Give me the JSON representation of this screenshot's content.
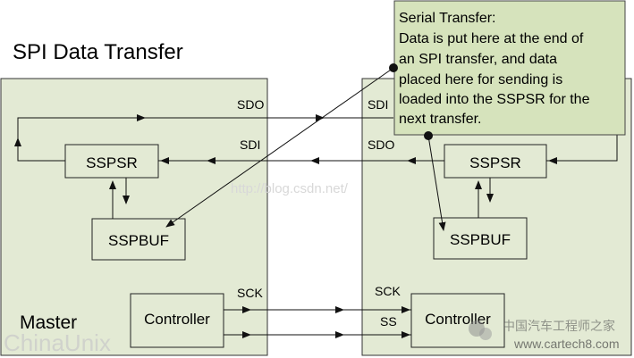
{
  "title": "SPI Data Transfer",
  "master": {
    "label": "Master",
    "sspsr": "SSPSR",
    "sspbuf": "SSPBUF",
    "controller": "Controller",
    "pin_sdo": "SDO",
    "pin_sdi": "SDI",
    "pin_sck": "SCK"
  },
  "slave": {
    "sspsr": "SSPSR",
    "sspbuf": "SSPBUF",
    "controller": "Controller",
    "pin_sdi": "SDI",
    "pin_sdo": "SDO",
    "pin_sck": "SCK",
    "pin_ss": "SS"
  },
  "callout": {
    "lines": [
      "Serial Transfer:",
      "Data is put here at the end of",
      "an SPI transfer, and data",
      "placed here for sending is",
      "loaded into the SSPSR for the",
      "next transfer."
    ]
  },
  "watermarks": {
    "blog": "http://blog.csdn.net/",
    "chinaunix": "ChinaUnix",
    "cartech_cn": "中国汽车工程师之家",
    "cartech_url": "www.cartech8.com"
  },
  "colors": {
    "block_fill": "#e3ead4",
    "callout_fill": "#d6e3bc",
    "stroke": "#111111"
  }
}
